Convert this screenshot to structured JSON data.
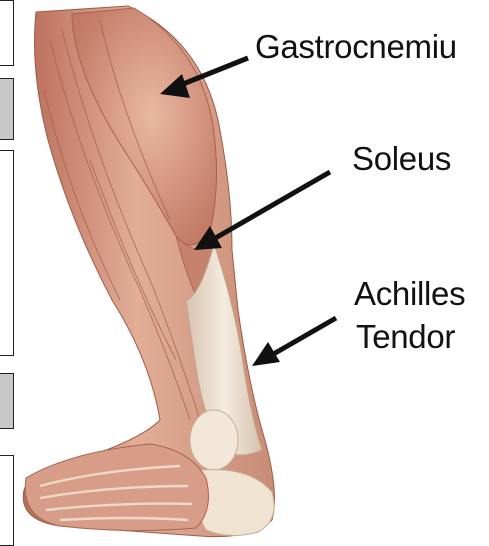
{
  "labels": {
    "gastrocnemius": "Gastrocnemiu",
    "soleus": "Soleus",
    "achilles_line1": "Achilles",
    "achilles_line2": "Tendor"
  },
  "colors": {
    "muscle": "#d9a08d",
    "muscle_dark": "#b66a57",
    "tendon": "#f1e6d4",
    "arrow": "#111111",
    "panel_gray": "#c8c8c8"
  }
}
